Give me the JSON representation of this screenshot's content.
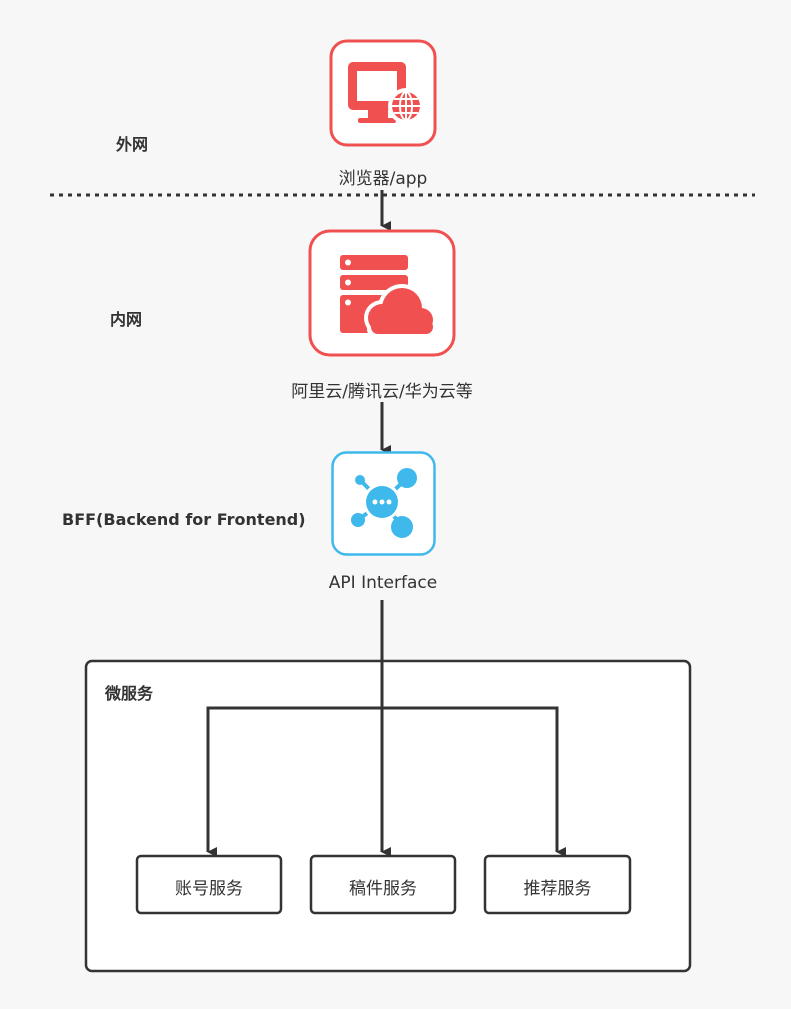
{
  "zones": {
    "external": "外网",
    "internal": "内网",
    "bff": "BFF(Backend for Frontend)"
  },
  "nodes": {
    "browser": {
      "caption": "浏览器/app",
      "icon": "monitor-globe-icon"
    },
    "cloud": {
      "caption": "阿里云/腾讯云/华为云等",
      "icon": "server-cloud-icon"
    },
    "api": {
      "caption": "API Interface",
      "icon": "network-hub-icon"
    }
  },
  "microservices": {
    "title": "微服务",
    "services": [
      "账号服务",
      "稿件服务",
      "推荐服务"
    ]
  },
  "colors": {
    "red": "#f05050",
    "blue": "#3fb8ec",
    "line": "#333333",
    "background": "#f7f7f7"
  }
}
